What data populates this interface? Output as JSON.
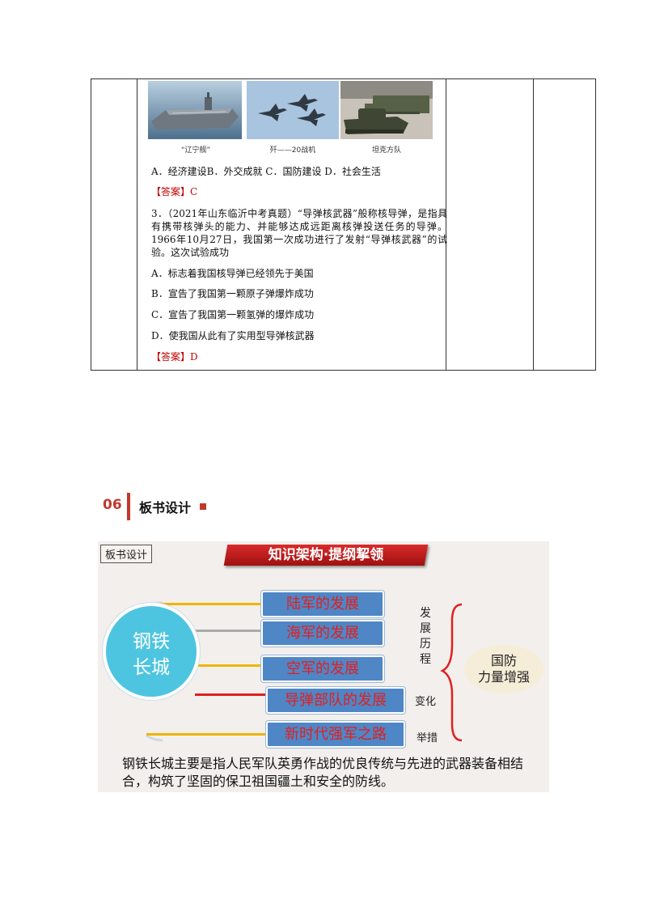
{
  "photo_captions": [
    "“辽宁舰”",
    "歼——20战机",
    "坦克方队"
  ],
  "q2_options": "A．经济建设B．外交成就 C．国防建设 D．社会生活",
  "q2_answer": "【答案】C",
  "q3": {
    "stem": "3．（2021年山东临沂中考真题）“导弹核武器”般称核导弹，是指具有携带核弹头的能力、并能够达成远距离核弹投送任务的导弹。1966年10月27日，我国第一次成功进行了发射“导弹核武器”的试验。这次试验成功",
    "options": [
      "A．标志着我国核导弹已经领先于美国",
      "B．宣告了我国第一颗原子弹爆炸成功",
      "C．宣告了我国第一颗氢弹的爆炸成功",
      "D．使我国从此有了实用型导弹核武器"
    ],
    "answer": "【答案】D"
  },
  "section": {
    "number": "06",
    "title": "板书设计"
  },
  "board": {
    "label": "板书设计",
    "banner": "知识架构·提纲挈领",
    "center": [
      "钢铁",
      "长城"
    ],
    "branches": [
      "陆军的发展",
      "海军的发展",
      "空军的发展",
      "导弹部队的发展",
      "新时代强军之路"
    ],
    "branch_colors": [
      "#f0b400",
      "#aaaaaa",
      "#f0b400",
      "#e02020",
      "#f0b400"
    ],
    "side_history": [
      "发",
      "展",
      "历",
      "程"
    ],
    "side_change": "变化",
    "side_measures": "举措",
    "result": [
      "国防",
      "力量增强"
    ],
    "summary": "钢铁长城主要是指人民军队英勇作战的优良传统与先进的武器装备相结合，构筑了坚固的保卫祖国疆土和安全的防线。"
  }
}
